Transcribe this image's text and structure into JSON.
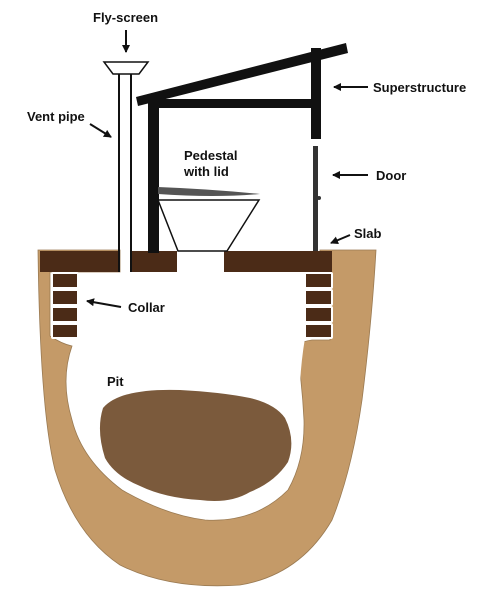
{
  "labels": {
    "fly_screen": "Fly-screen",
    "vent_pipe": "Vent pipe",
    "superstructure": "Superstructure",
    "pedestal_line1": "Pedestal",
    "pedestal_line2": "with lid",
    "door": "Door",
    "slab": "Slab",
    "collar": "Collar",
    "pit": "Pit"
  },
  "colors": {
    "soil": "#c49a68",
    "waste": "#7b5a3c",
    "slab": "#4b2b17",
    "structure": "#111111",
    "background": "#ffffff"
  }
}
